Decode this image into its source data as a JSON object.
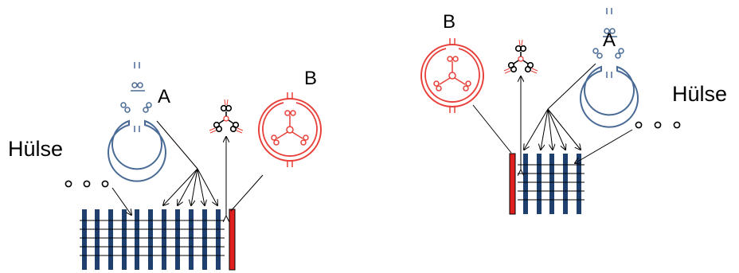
{
  "labels": {
    "left_a": "A",
    "left_b": "B",
    "left_sleeve": "Hülse",
    "right_a": "A",
    "right_b": "B",
    "right_sleeve": "Hülse"
  },
  "colors": {
    "navy": "#1f3f6f",
    "red": "#e0201f",
    "blue_outline": "#4a6b96",
    "red_outline": "#e8403a",
    "line": "#000000"
  }
}
